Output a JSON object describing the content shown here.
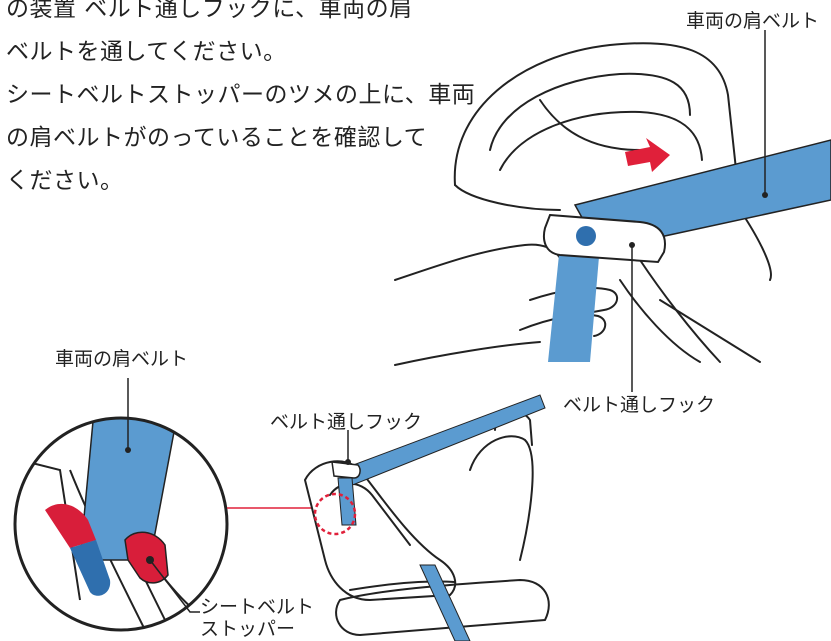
{
  "instructions": [
    "の装置 ベルト通しフックに、車両の肩",
    "ベルトを通してください。",
    "シートベルトストッパーのツメの上に、車両",
    "の肩ベルトがのっていることを確認して",
    "ください。"
  ],
  "labels": {
    "shoulder_belt_top": "車両の肩ベルト",
    "belt_hook_right": "ベルト通しフック",
    "shoulder_belt_left": "車両の肩ベルト",
    "belt_hook_center": "ベルト通しフック",
    "stopper_line1": "シートベルト",
    "stopper_line2": "ストッパー"
  },
  "colors": {
    "belt": "#5b9bd0",
    "belt_dark": "#2f6fae",
    "stopper_red": "#d81e3a",
    "callout_red": "#e0203a",
    "outline": "#222222"
  }
}
